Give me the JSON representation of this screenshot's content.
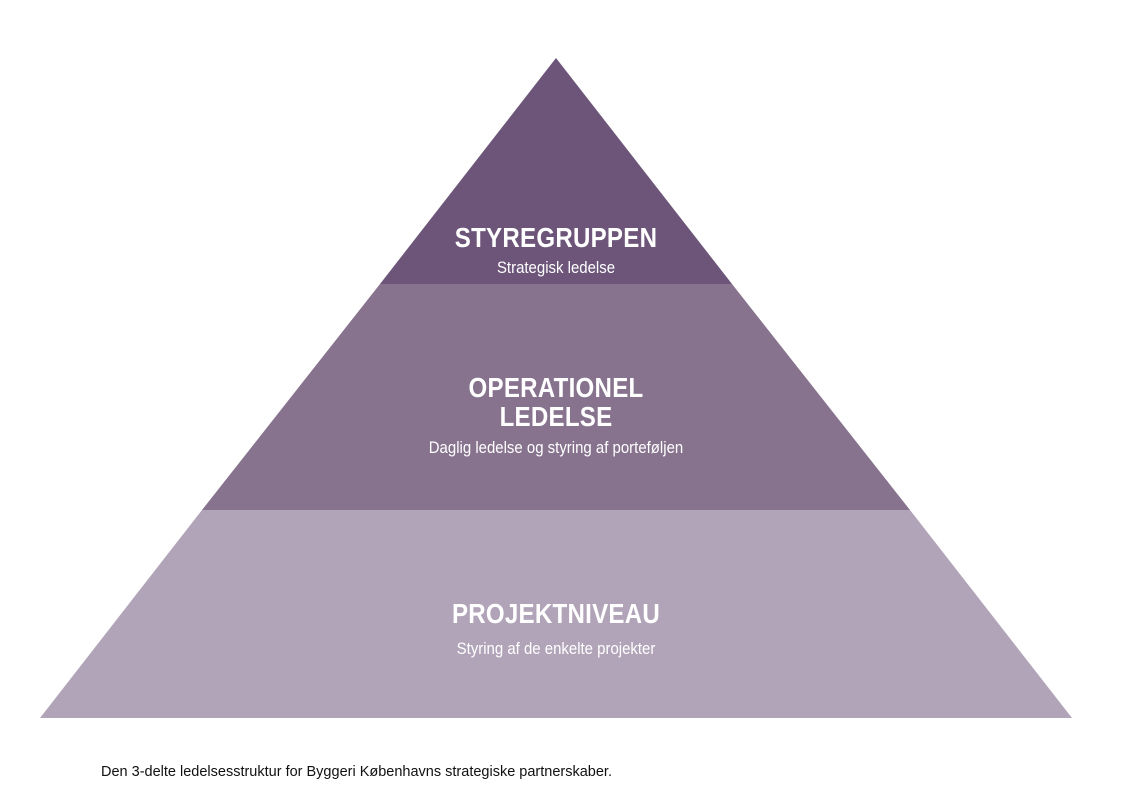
{
  "colors": {
    "top": "#6c5579",
    "middle": "#87738e",
    "bottom": "#b1a4b8"
  },
  "levels": [
    {
      "title": "STYREGRUPPEN",
      "subtitle": "Strategisk ledelse"
    },
    {
      "title_line1": "OPERATIONEL",
      "title_line2": "LEDELSE",
      "subtitle": "Daglig ledelse og styring af porteføljen"
    },
    {
      "title": "PROJEKTNIVEAU",
      "subtitle": "Styring af de enkelte projekter"
    }
  ],
  "caption": "Den 3-delte ledelsesstruktur for Byggeri Københavns strategiske partnerskaber."
}
